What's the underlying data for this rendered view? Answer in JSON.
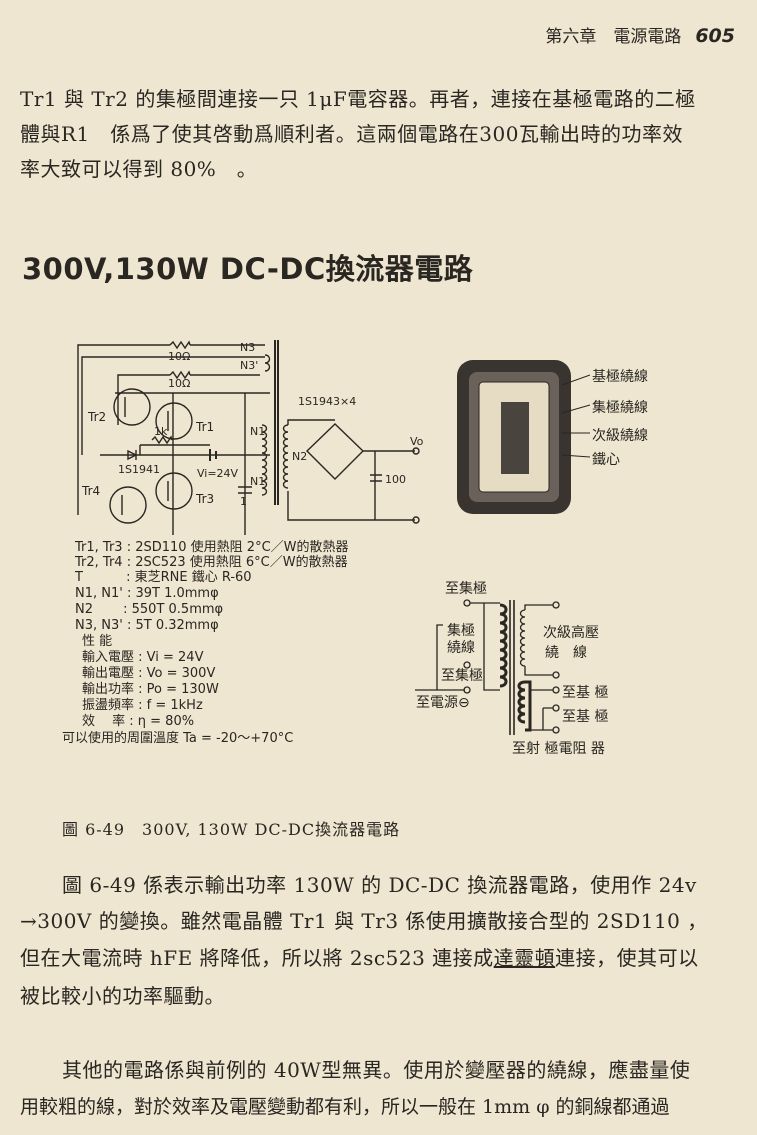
{
  "header": {
    "chapter": "第六章　電源電路",
    "page_number": "605"
  },
  "intro_paragraph": [
    "Tr1 與 Tr2 的集極間連接一只 1μF電容器。再者，連接在基極電路的二極",
    "體與R1　係爲了使其啓動爲順利者。這兩個電路在300瓦輸出時的功率效",
    "率大致可以得到 80%　。"
  ],
  "section_heading": "300V,130W DC-DC換流器電路",
  "circuit": {
    "labels": {
      "r_top": "10Ω",
      "r_mid": "10Ω",
      "n3": "N3",
      "n3p": "N3'",
      "tr2": "Tr2",
      "tr1": "Tr1",
      "tr4": "Tr4",
      "tr3": "Tr3",
      "r_1k": "1k",
      "diode": "1S1941",
      "vin": "Vi=24V",
      "n1": "N1",
      "n1p": "N1'",
      "n2": "N2",
      "cap1": "1",
      "bridge": "1S1943×4",
      "cap100": "100",
      "vo": "Vo"
    }
  },
  "core_diagram": {
    "labels": [
      "基極繞線",
      "集極繞線",
      "次級繞線",
      "鐵心"
    ]
  },
  "specs": {
    "parts": [
      "Tr1, Tr3 : 2SD110 使用熱阻 2°C／W的散熱器",
      "Tr2, Tr4 : 2SC523 使用熱阻 6°C／W的散熱器",
      "T　　　 : 東芝RNE 鐵心 R-60",
      "N1, N1' : 39T 1.0mmφ",
      "N2　　 : 550T 0.5mmφ",
      "N3, N3' : 5T 0.32mmφ"
    ],
    "performance_title": "性 能",
    "performance": [
      "輸入電壓 : Vi = 24V",
      "輸出電壓 : Vo = 300V",
      "輸出功率 : Po = 130W",
      "振盪頻率 : f = 1kHz",
      "效　 率 : η = 80%"
    ],
    "ambient": "可以使用的周圍溫度 Ta = -20～+70°C"
  },
  "winding_diagram": {
    "labels": {
      "to_collector_top": "至集極",
      "collector_winding_1": "集極",
      "collector_winding_2": "繞線",
      "to_collector_mid": "至集極",
      "to_power": "至電源⊖",
      "secondary_1": "次級高壓",
      "secondary_2": "繞　線",
      "to_base_1": "至基 極",
      "to_base_2": "至基 極",
      "to_emitter": "至射 極電阻 器"
    }
  },
  "caption": "圖 6-49　300V, 130W DC-DC換流器電路",
  "body_paragraph": [
    "圖 6-49 係表示輸出功率 130W 的 DC-DC 換流器電路，使用作 24v",
    "→300V 的變換。雖然電晶體 Tr1 與 Tr3 係使用擴散接合型的 2SD110 ，",
    "但在大電流時 hFE 將降低，所以將 2sc523 連接成",
    "達靈頓",
    "連接，使其可以",
    "被比較小的功率驅動。"
  ],
  "last_paragraph": [
    "其他的電路係與前例的 40W型無異。使用於變壓器的繞線，應盡量使",
    "用較粗的線，對於效率及電壓變動都有利，所以一般在 1mm φ 的銅線都通過"
  ],
  "colors": {
    "paper": "#eee6d0",
    "ink": "#2a2622"
  }
}
